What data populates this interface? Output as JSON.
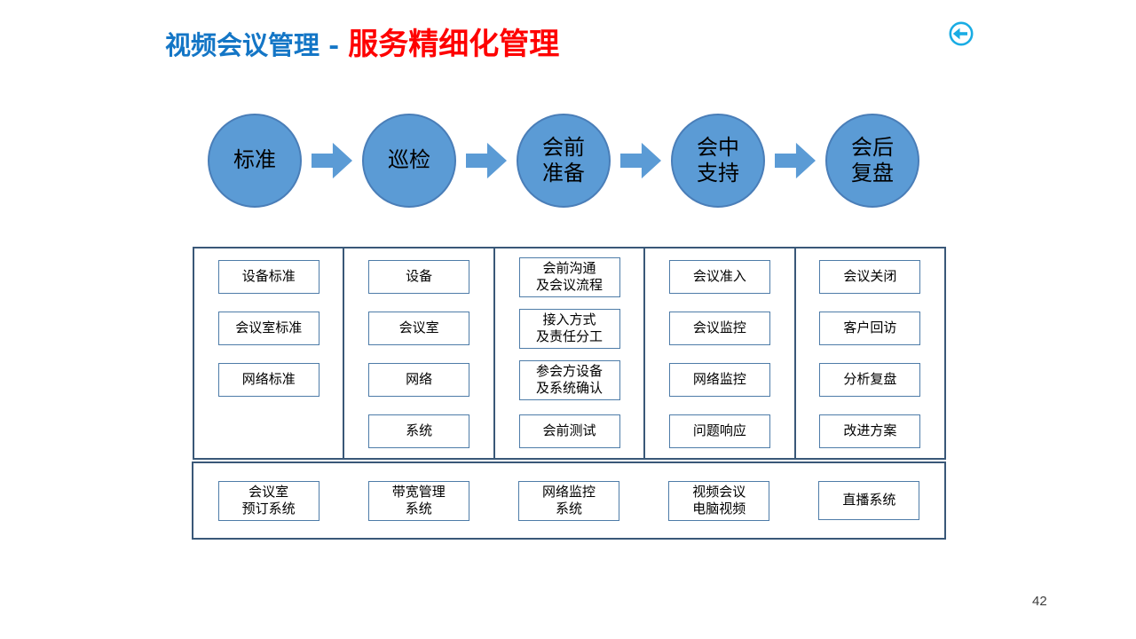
{
  "title": {
    "main": "视频会议管理",
    "separator": " - ",
    "highlight": "服务精细化管理"
  },
  "back_button": {
    "icon": "back-arrow-icon"
  },
  "flow": {
    "steps": [
      {
        "label": "标准"
      },
      {
        "label": "巡检"
      },
      {
        "label": "会前\n准备"
      },
      {
        "label": "会中\n支持"
      },
      {
        "label": "会后\n复盘"
      }
    ]
  },
  "matrix": {
    "columns": [
      {
        "boxes": [
          {
            "text": "设备标准"
          },
          {
            "text": "会议室标准"
          },
          {
            "text": "网络标准"
          }
        ]
      },
      {
        "boxes": [
          {
            "text": "设备"
          },
          {
            "text": "会议室"
          },
          {
            "text": "网络"
          },
          {
            "text": "系统"
          }
        ]
      },
      {
        "boxes": [
          {
            "text": "会前沟通\n及会议流程"
          },
          {
            "text": "接入方式\n及责任分工"
          },
          {
            "text": "参会方设备\n及系统确认"
          },
          {
            "text": "会前测试"
          }
        ]
      },
      {
        "boxes": [
          {
            "text": "会议准入"
          },
          {
            "text": "会议监控"
          },
          {
            "text": "网络监控"
          },
          {
            "text": "问题响应"
          }
        ]
      },
      {
        "boxes": [
          {
            "text": "会议关闭"
          },
          {
            "text": "客户回访"
          },
          {
            "text": "分析复盘"
          },
          {
            "text": "改进方案"
          }
        ]
      }
    ]
  },
  "systems_band": {
    "boxes": [
      {
        "text": "会议室\n预订系统"
      },
      {
        "text": "带宽管理\n系统"
      },
      {
        "text": "网络监控\n系统"
      },
      {
        "text": "视频会议\n电脑视频"
      },
      {
        "text": "直播系统"
      }
    ]
  },
  "page_number": "42",
  "colors": {
    "title_blue": "#1476C6",
    "title_red": "#FE0000",
    "shape_fill": "#5B9BD5",
    "shape_border": "#4A7EB8",
    "box_border": "#4E7CA8",
    "outer_border": "#3A5878",
    "back_icon": "#19ACE4"
  }
}
